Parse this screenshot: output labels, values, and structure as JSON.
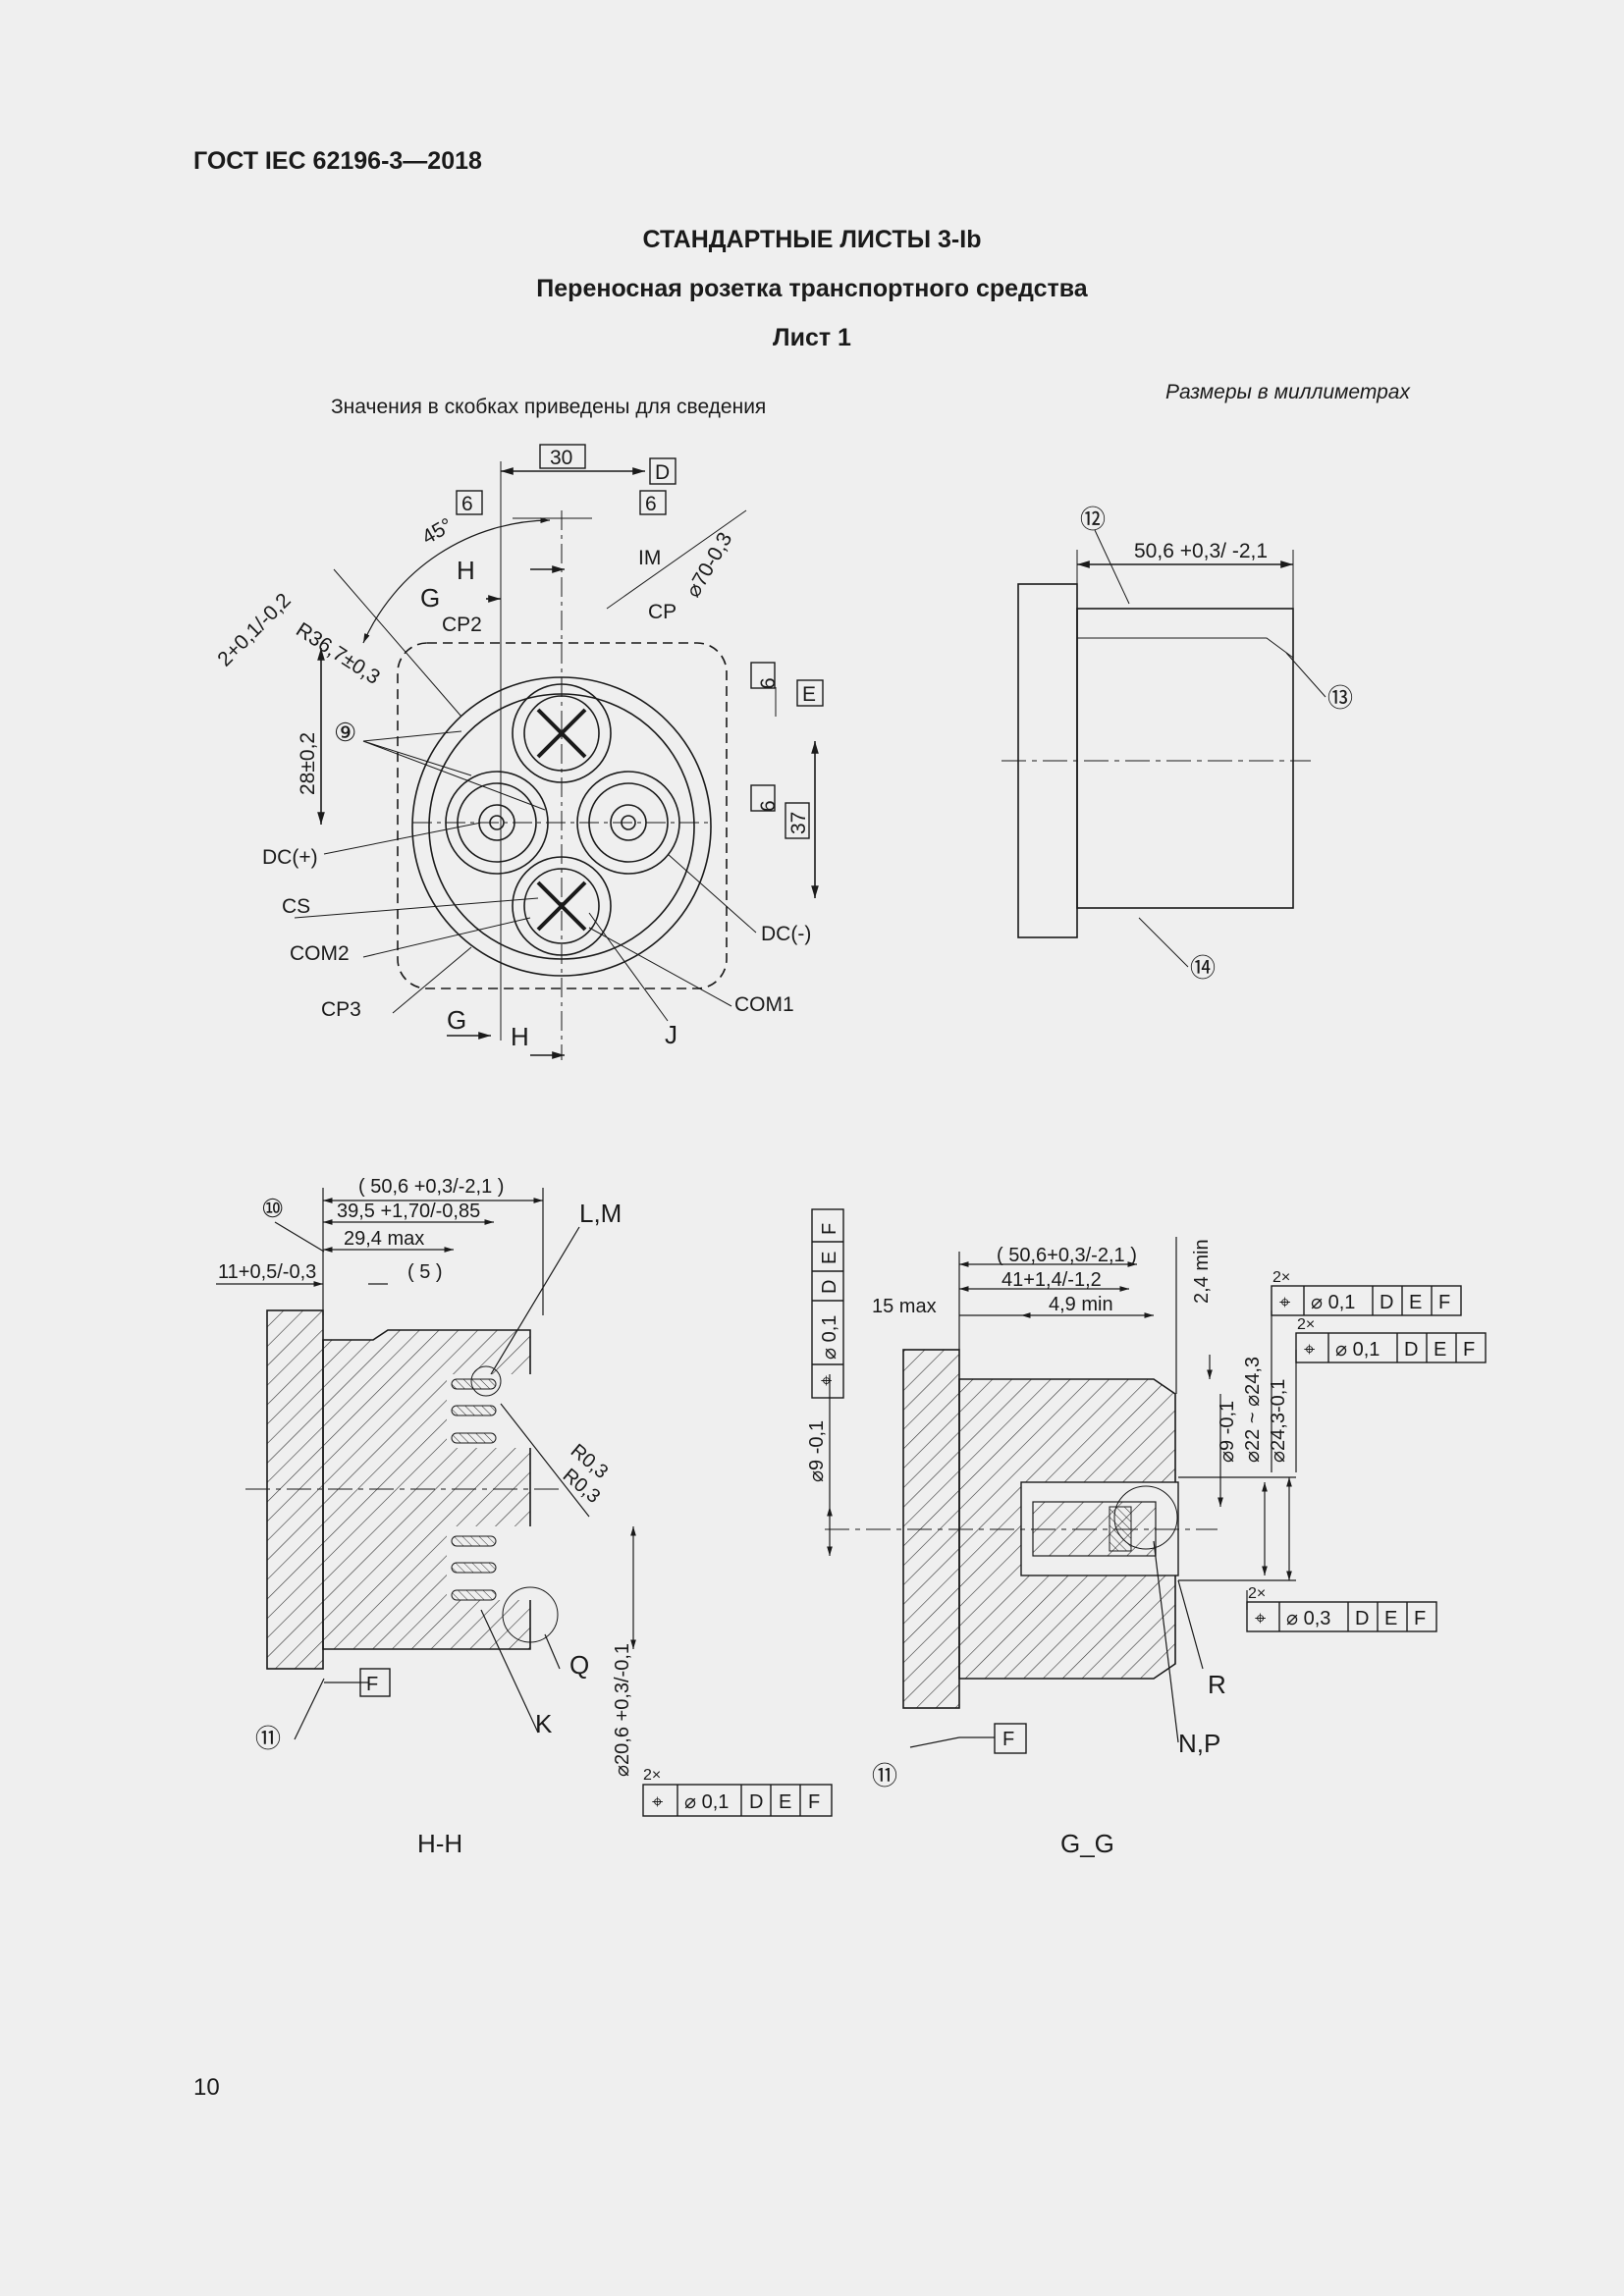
{
  "header": {
    "standard": "ГОСТ IEC 62196-3—2018"
  },
  "titles": {
    "sheet": "СТАНДАРТНЫЕ ЛИСТЫ 3-Ib",
    "subtitle": "Переносная розетка транспортного средства",
    "sheet_no": "Лист 1"
  },
  "notes": {
    "brackets": "Значения в скобках приведены для сведения",
    "units": "Размеры в миллиметрах"
  },
  "front_view": {
    "dim_30": "30",
    "ref_D": "D",
    "ref_E": "E",
    "dim_6": "6",
    "angle_45": "45°",
    "label_H": "H",
    "label_G": "G",
    "label_IM": "IM",
    "label_CP": "CP",
    "label_CP2": "CP2",
    "dim_phi70": "⌀70-0,3",
    "dim_R": "R36,7±0,3",
    "dim_2": "2+0,1/-0,2",
    "dim_28": "28±0,2",
    "dim_37": "37",
    "callout_9": "⑨",
    "label_DCp": "DC(+)",
    "label_CS": "CS",
    "label_COM2": "COM2",
    "label_CP3": "CP3",
    "label_DCm": "DC(-)",
    "label_COM1": "COM1",
    "label_J": "J"
  },
  "side_view": {
    "callout_12": "⑫",
    "callout_13": "⑬",
    "callout_14": "⑭",
    "dim_length": "50,6 +0,3/ -2,1"
  },
  "section_hh": {
    "callout_10": "⑩",
    "callout_11": "⑪",
    "dim_50": "( 50,6 +0,3/-2,1 )",
    "dim_39": "39,5 +1,70/-0,85",
    "dim_29": "29,4 max",
    "dim_11": "11+0,5/-0,3",
    "dim_5": "( 5 )",
    "label_LM": "L,M",
    "label_R03a": "R0,3",
    "label_R03b": "R0,3",
    "label_Q": "Q",
    "label_K": "K",
    "ref_F": "F",
    "dim_phi20": "⌀20,6 +0,3/-0,1",
    "fcf_count": "2×",
    "fcf_tol": "⌀ 0,1",
    "fcf_d": "D",
    "fcf_e": "E",
    "fcf_f": "F",
    "caption": "H-H"
  },
  "section_gg": {
    "callout_11": "⑪",
    "fcf_v_tol": "⌀ 0,1",
    "fcf_v_d": "D",
    "fcf_v_e": "E",
    "fcf_v_f": "F",
    "dim_phi9a": "⌀9 -0,1",
    "dim_50": "( 50,6+0,3/-2,1 )",
    "dim_41": "41+1,4/-1,2",
    "dim_49": "4,9 min",
    "dim_15": "15 max",
    "dim_24min": "2,4 min",
    "dim_phi9b": "⌀9 -0,1",
    "dim_phi22": "⌀22 ~ ⌀24,3",
    "dim_phi243": "⌀24,3-0,1",
    "fcf1_count": "2×",
    "fcf1_tol": "⌀ 0,1",
    "fcf1_d": "D",
    "fcf1_e": "E",
    "fcf1_f": "F",
    "fcf2_count": "2×",
    "fcf2_tol": "⌀ 0,1",
    "fcf2_d": "D",
    "fcf2_e": "E",
    "fcf2_f": "F",
    "fcf3_count": "2×",
    "fcf3_tol": "⌀ 0,3",
    "fcf3_d": "D",
    "fcf3_e": "E",
    "fcf3_f": "F",
    "label_R": "R",
    "label_NP": "N,P",
    "ref_F": "F",
    "caption": "G_G"
  },
  "footer": {
    "page": "10"
  }
}
